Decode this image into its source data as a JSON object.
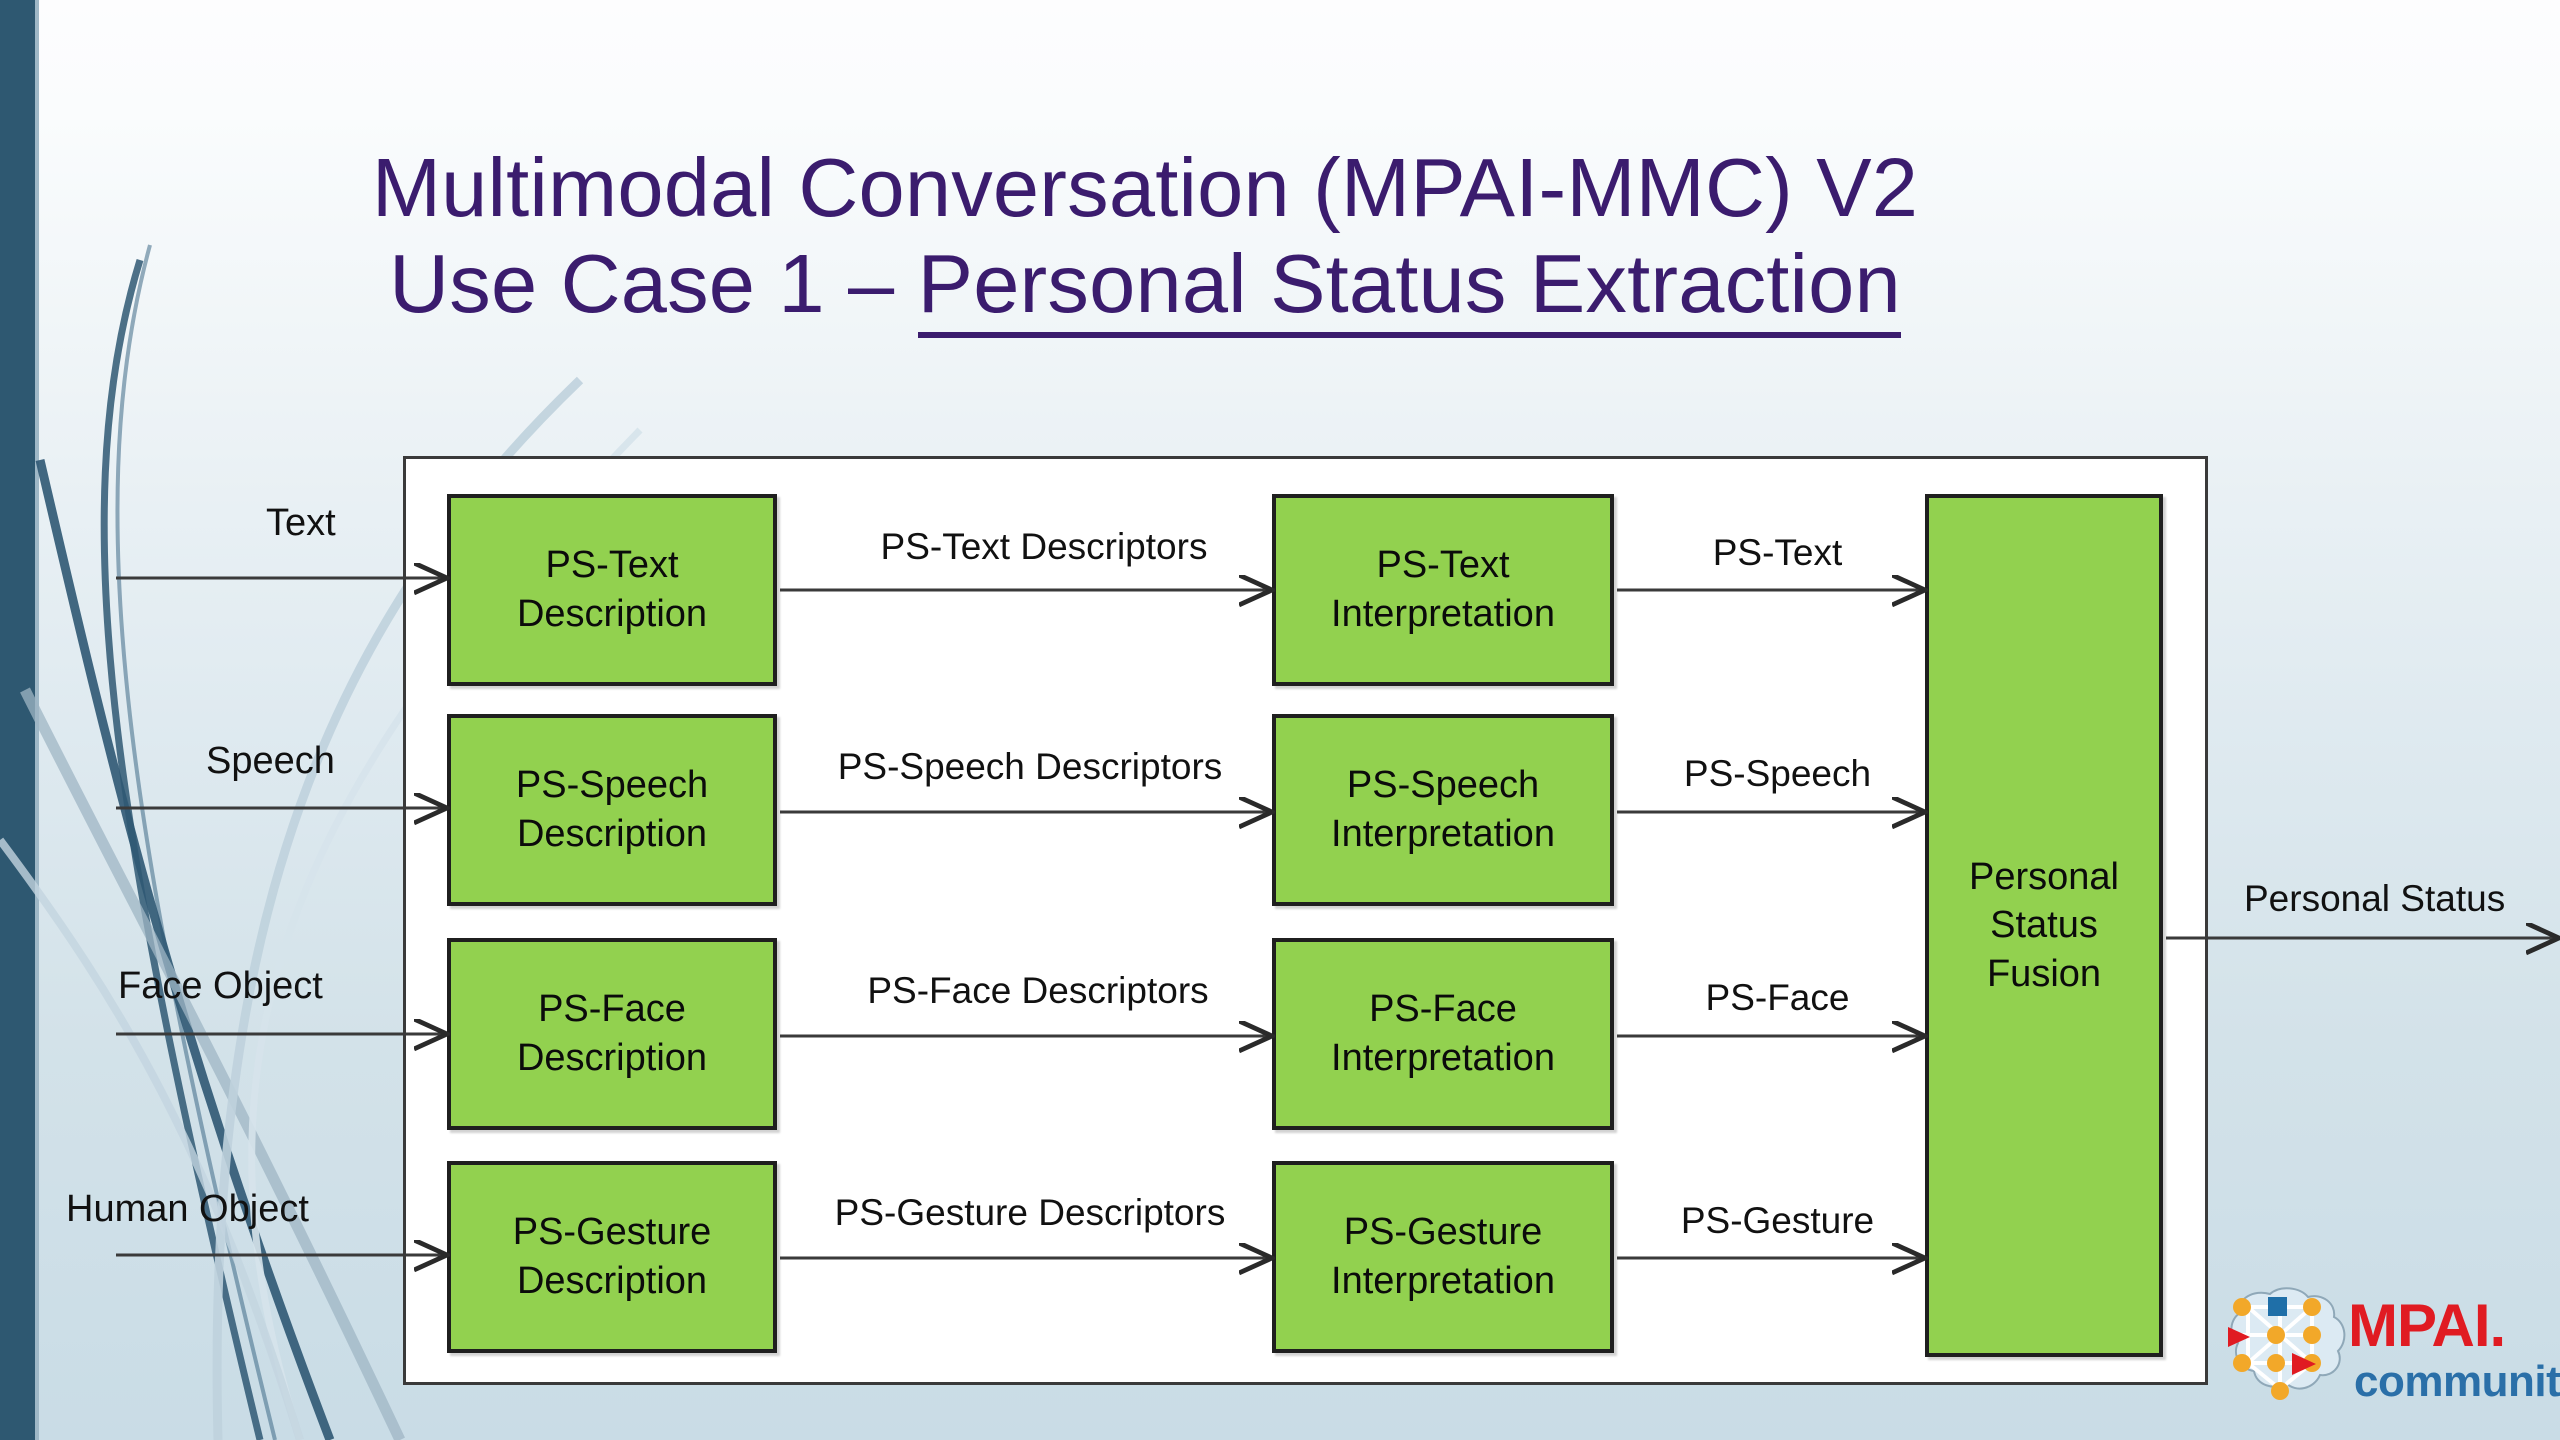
{
  "slide": {
    "title_line1": "Multimodal Conversation (MPAI-MMC) V2",
    "title_line2_prefix": "Use Case 1 – ",
    "title_line2_underlined": "Personal Status Extraction",
    "title_color": "#3B1C6E",
    "accent_bar_color": "#2E5871",
    "box_fill_color": "#92D14F",
    "box_border_color": "#1F1F1F",
    "panel_background": "#FFFFFF"
  },
  "inputs": [
    {
      "label": "Text"
    },
    {
      "label": "Speech"
    },
    {
      "label": "Face Object"
    },
    {
      "label": "Human Object"
    }
  ],
  "description_boxes": [
    {
      "line1": "PS-Text",
      "line2": "Description"
    },
    {
      "line1": "PS-Speech",
      "line2": "Description"
    },
    {
      "line1": "PS-Face",
      "line2": "Description"
    },
    {
      "line1": "PS-Gesture",
      "line2": "Description"
    }
  ],
  "descriptor_labels": [
    {
      "label": "PS-Text Descriptors"
    },
    {
      "label": "PS-Speech Descriptors"
    },
    {
      "label": "PS-Face Descriptors"
    },
    {
      "label": "PS-Gesture Descriptors"
    }
  ],
  "interpretation_boxes": [
    {
      "line1": "PS-Text",
      "line2": "Interpretation"
    },
    {
      "line1": "PS-Speech",
      "line2": "Interpretation"
    },
    {
      "line1": "PS-Face",
      "line2": "Interpretation"
    },
    {
      "line1": "PS-Gesture",
      "line2": "Interpretation"
    }
  ],
  "ps_labels": [
    {
      "label": "PS-Text"
    },
    {
      "label": "PS-Speech"
    },
    {
      "label": "PS-Face"
    },
    {
      "label": "PS-Gesture"
    }
  ],
  "fusion_box": {
    "line1": "Personal",
    "line2": "Status",
    "line3": "Fusion"
  },
  "output": {
    "label": "Personal Status"
  },
  "logo": {
    "name": "MPAI.",
    "tagline": "community",
    "name_color": "#E01B22",
    "tagline_color": "#2A6FA8"
  }
}
